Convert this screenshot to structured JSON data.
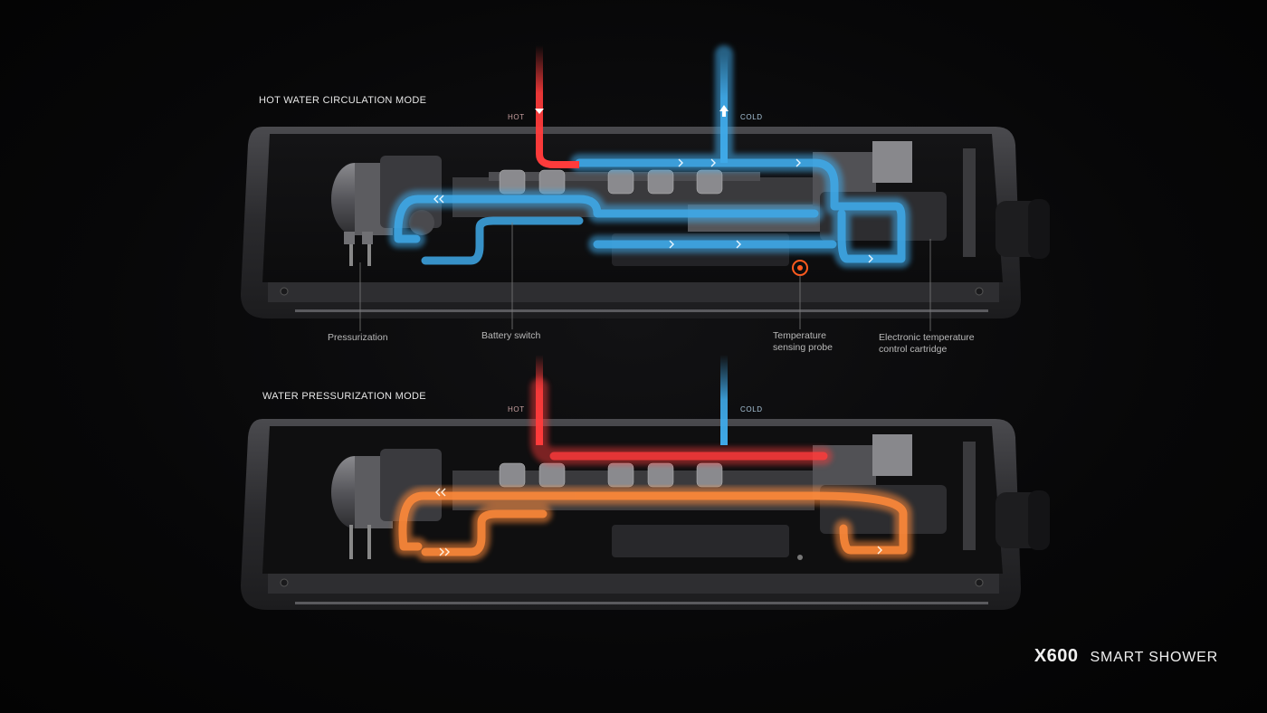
{
  "modes": [
    {
      "title": "HOT WATER CIRCULATION MODE",
      "hot_label": "HOT",
      "cold_label": "COLD",
      "flow_color": "#3fa9e8"
    },
    {
      "title": "WATER PRESSURIZATION MODE",
      "hot_label": "HOT",
      "cold_label": "COLD",
      "flow_color": "#ff8a3a"
    }
  ],
  "callouts": {
    "pressurization": "Pressurization",
    "battery_switch": "Battery switch",
    "temp_probe_line1": "Temperature",
    "temp_probe_line2": "sensing probe",
    "cartridge_line1": "Electronic temperature",
    "cartridge_line2": "control cartridge"
  },
  "brand": {
    "model": "X600",
    "name": "SMART SHOWER"
  },
  "colors": {
    "hot": "#ff3b3b",
    "cold": "#3fa9e8",
    "pressurized": "#ff8a3a",
    "probe": "#ff5a1e"
  }
}
